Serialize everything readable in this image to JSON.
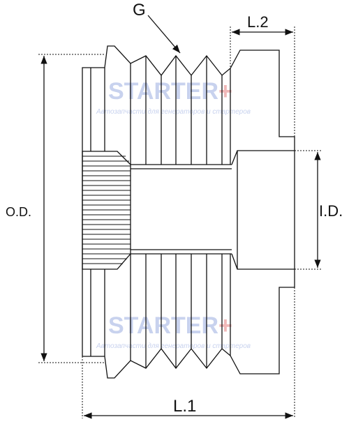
{
  "labels": {
    "groove": "G",
    "length_total": "L.1",
    "length_hub": "L.2",
    "outer_diameter": "O.D.",
    "inner_diameter": "I.D."
  },
  "watermark": {
    "brand": "STARTER",
    "plus": "+",
    "tagline": "Автозапчасти для генераторов и стартеров"
  },
  "colors": {
    "line": "#111111",
    "watermark_blue": "#c8d2ee",
    "watermark_red": "#f0b8b8"
  }
}
